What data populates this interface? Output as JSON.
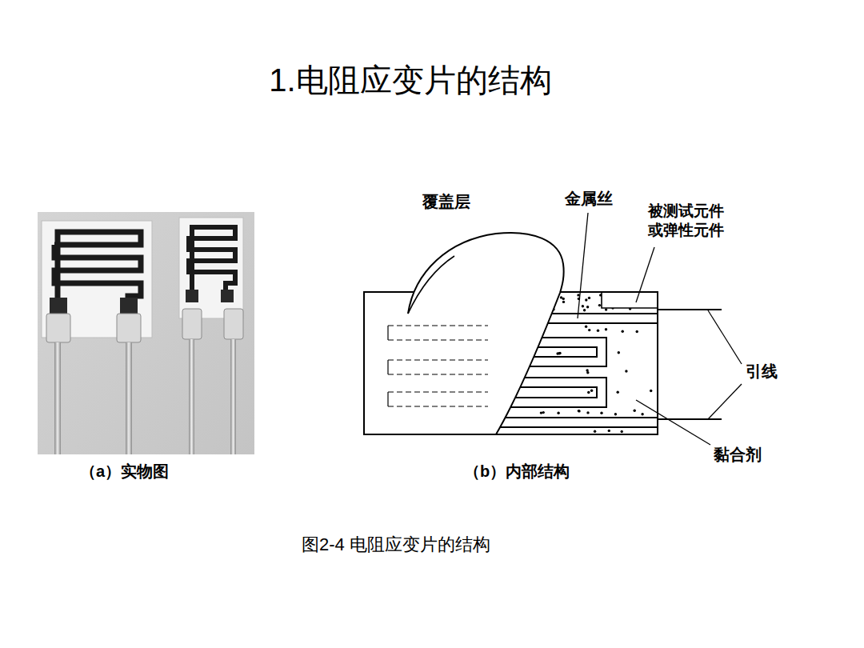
{
  "diagram": {
    "title": "1.电阻应变片的结构",
    "caption": "图2-4 电阻应变片的结构",
    "labels": [
      "（a）实物图",
      "（b）内部结构",
      "覆盖层",
      "金属丝",
      "被测试元件 或弹性元件",
      "引线",
      "黏合剂"
    ]
  }
}
